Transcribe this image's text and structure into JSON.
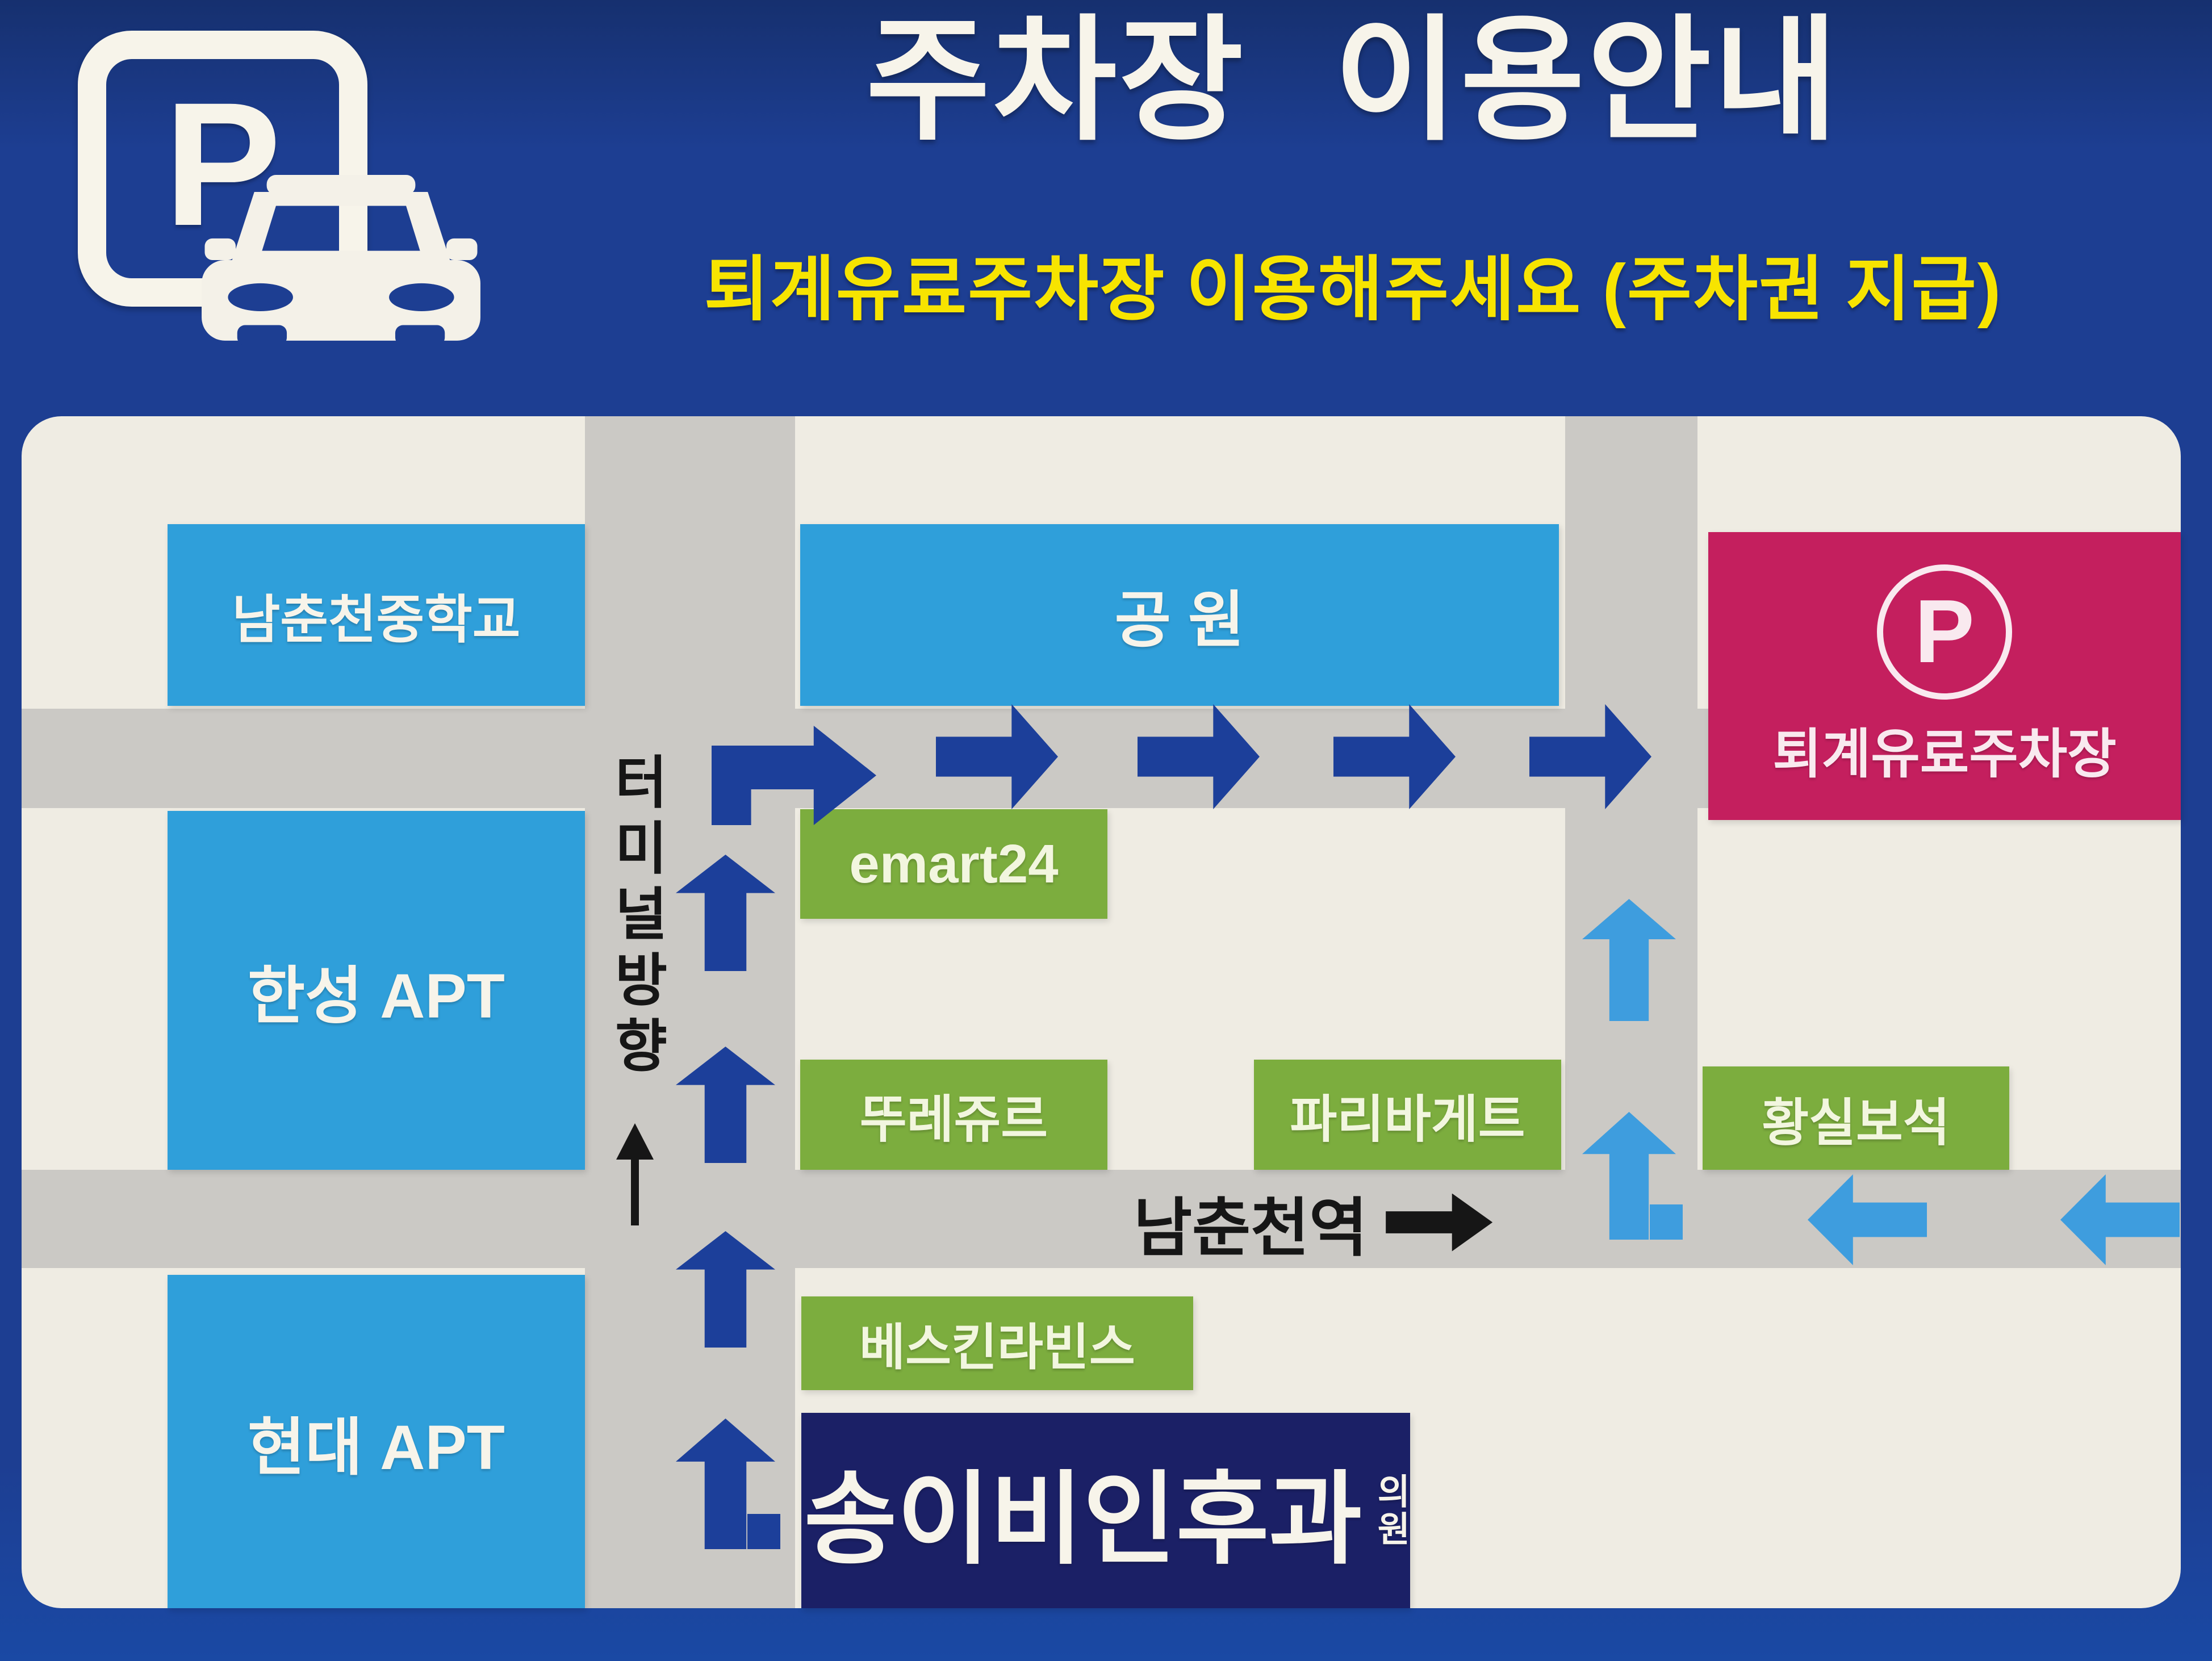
{
  "colors": {
    "frame_blue": "#1d3e92",
    "map_background": "#efece3",
    "road_gray": "#cbc9c5",
    "building_blue": "#2f9fda",
    "building_green": "#7cad3e",
    "parking_magenta": "#c41f5e",
    "clinic_navy": "#1b2066",
    "route_arrow_navy": "#1c3f9a",
    "route_arrow_skyblue": "#3e9dde",
    "subtitle_yellow": "#f7e400"
  },
  "header": {
    "logo_letter": "P",
    "title": "주차장 이용안내",
    "subtitle": "퇴계유료주차장 이용해주세요 (주차권 지급)"
  },
  "map": {
    "buildings": {
      "school": "남춘천중학교",
      "park": "공 원",
      "hanseong_apt": "한성 APT",
      "hyundai_apt": "현대 APT",
      "emart": "emart24",
      "tous_les_jours": "뚜레쥬르",
      "paris_baguette": "파리바게트",
      "hwangsil_jewelry": "황실보석",
      "baskin_robbins": "베스킨라빈스",
      "clinic": "송이비인후과",
      "clinic_suffix": "의원"
    },
    "parking": {
      "p_letter": "P",
      "name": "퇴계유료주차장"
    },
    "labels": {
      "terminal_direction": "터미널방향",
      "station": "남춘천역"
    }
  }
}
